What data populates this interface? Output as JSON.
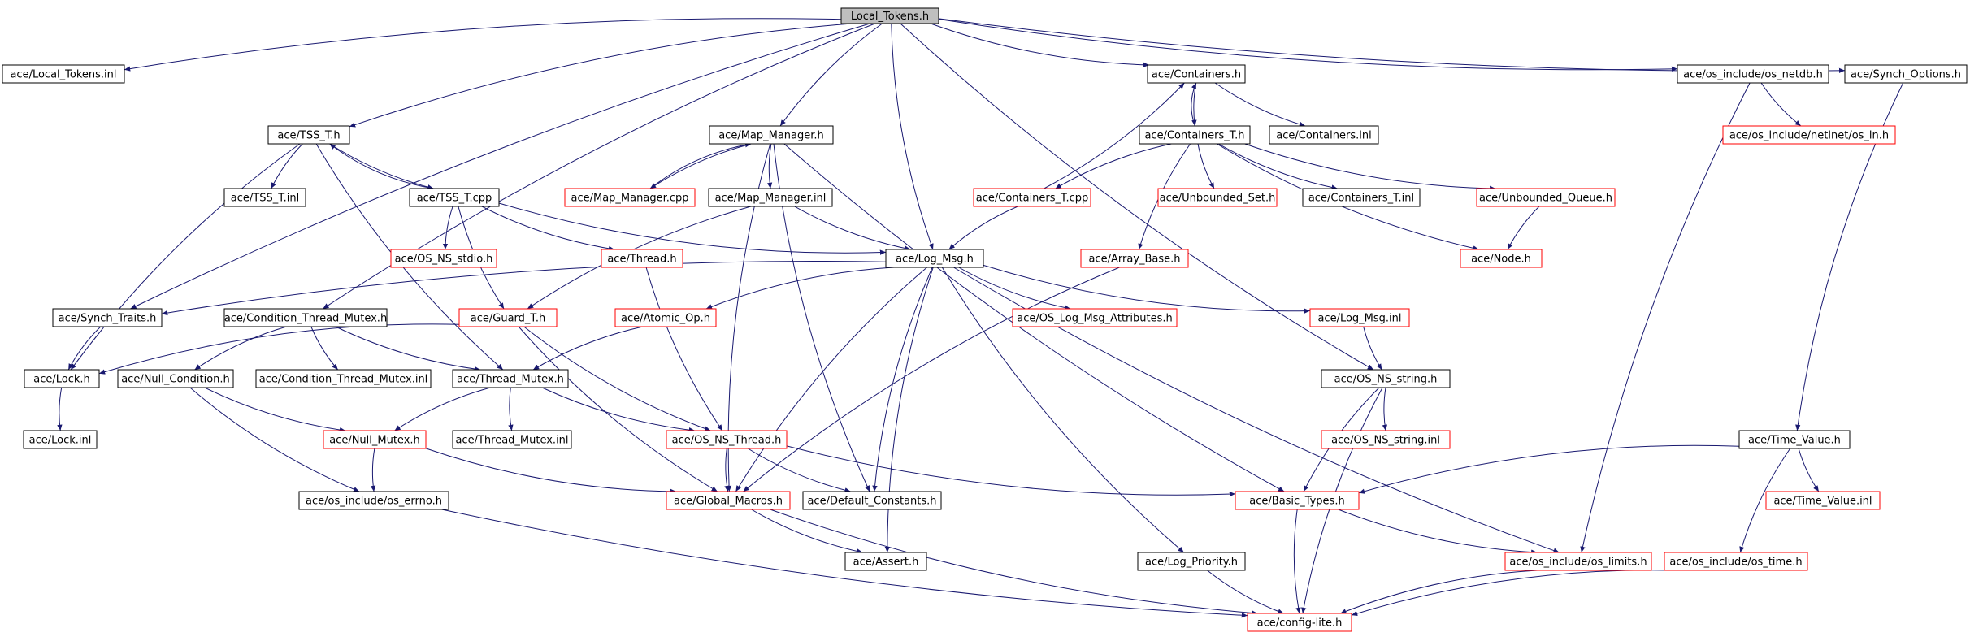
{
  "diagram": {
    "colors": {
      "edge": "#191970",
      "border_ok": "#000000",
      "border_missing": "#ff0000",
      "root_fill": "#bfbfbf",
      "node_fill": "#ffffff"
    },
    "nodes": [
      {
        "id": "root",
        "label": "Local_Tokens.h",
        "style": "root"
      },
      {
        "id": "local_tokens_inl",
        "label": "ace/Local_Tokens.inl",
        "style": "ok"
      },
      {
        "id": "tss_t_h",
        "label": "ace/TSS_T.h",
        "style": "ok"
      },
      {
        "id": "map_manager_h",
        "label": "ace/Map_Manager.h",
        "style": "ok"
      },
      {
        "id": "containers_h",
        "label": "ace/Containers.h",
        "style": "ok"
      },
      {
        "id": "os_netdb_h",
        "label": "ace/os_include/os_netdb.h",
        "style": "ok"
      },
      {
        "id": "synch_options_h",
        "label": "ace/Synch_Options.h",
        "style": "ok"
      },
      {
        "id": "containers_t_h",
        "label": "ace/Containers_T.h",
        "style": "ok"
      },
      {
        "id": "tss_t_inl",
        "label": "ace/TSS_T.inl",
        "style": "ok"
      },
      {
        "id": "tss_t_cpp",
        "label": "ace/TSS_T.cpp",
        "style": "ok"
      },
      {
        "id": "map_manager_cpp",
        "label": "ace/Map_Manager.cpp",
        "style": "missing"
      },
      {
        "id": "map_manager_inl",
        "label": "ace/Map_Manager.inl",
        "style": "ok"
      },
      {
        "id": "containers_inl",
        "label": "ace/Containers.inl",
        "style": "ok"
      },
      {
        "id": "netinet_os_in_h",
        "label": "ace/os_include/netinet/os_in.h",
        "style": "missing"
      },
      {
        "id": "containers_t_cpp",
        "label": "ace/Containers_T.cpp",
        "style": "missing"
      },
      {
        "id": "unbounded_set_h",
        "label": "ace/Unbounded_Set.h",
        "style": "missing"
      },
      {
        "id": "containers_t_inl",
        "label": "ace/Containers_T.inl",
        "style": "ok"
      },
      {
        "id": "unbounded_queue_h",
        "label": "ace/Unbounded_Queue.h",
        "style": "missing"
      },
      {
        "id": "os_ns_stdio_h",
        "label": "ace/OS_NS_stdio.h",
        "style": "missing"
      },
      {
        "id": "thread_h",
        "label": "ace/Thread.h",
        "style": "missing"
      },
      {
        "id": "log_msg_h",
        "label": "ace/Log_Msg.h",
        "style": "ok"
      },
      {
        "id": "array_base_h",
        "label": "ace/Array_Base.h",
        "style": "missing"
      },
      {
        "id": "node_h",
        "label": "ace/Node.h",
        "style": "missing"
      },
      {
        "id": "synch_traits_h",
        "label": "ace/Synch_Traits.h",
        "style": "ok"
      },
      {
        "id": "condition_thread_mutex_h",
        "label": "ace/Condition_Thread_Mutex.h",
        "style": "ok"
      },
      {
        "id": "guard_t_h",
        "label": "ace/Guard_T.h",
        "style": "missing"
      },
      {
        "id": "atomic_op_h",
        "label": "ace/Atomic_Op.h",
        "style": "missing"
      },
      {
        "id": "os_log_msg_attributes_h",
        "label": "ace/OS_Log_Msg_Attributes.h",
        "style": "missing"
      },
      {
        "id": "log_msg_inl",
        "label": "ace/Log_Msg.inl",
        "style": "missing"
      },
      {
        "id": "lock_h",
        "label": "ace/Lock.h",
        "style": "ok"
      },
      {
        "id": "null_condition_h",
        "label": "ace/Null_Condition.h",
        "style": "ok"
      },
      {
        "id": "condition_thread_mutex_inl",
        "label": "ace/Condition_Thread_Mutex.inl",
        "style": "ok"
      },
      {
        "id": "thread_mutex_h",
        "label": "ace/Thread_Mutex.h",
        "style": "ok"
      },
      {
        "id": "os_ns_string_h",
        "label": "ace/OS_NS_string.h",
        "style": "ok"
      },
      {
        "id": "lock_inl",
        "label": "ace/Lock.inl",
        "style": "ok"
      },
      {
        "id": "null_mutex_h",
        "label": "ace/Null_Mutex.h",
        "style": "missing"
      },
      {
        "id": "thread_mutex_inl",
        "label": "ace/Thread_Mutex.inl",
        "style": "ok"
      },
      {
        "id": "os_ns_thread_h",
        "label": "ace/OS_NS_Thread.h",
        "style": "missing"
      },
      {
        "id": "os_ns_string_inl",
        "label": "ace/OS_NS_string.inl",
        "style": "missing"
      },
      {
        "id": "time_value_h",
        "label": "ace/Time_Value.h",
        "style": "ok"
      },
      {
        "id": "os_errno_h",
        "label": "ace/os_include/os_errno.h",
        "style": "ok"
      },
      {
        "id": "global_macros_h",
        "label": "ace/Global_Macros.h",
        "style": "missing"
      },
      {
        "id": "default_constants_h",
        "label": "ace/Default_Constants.h",
        "style": "ok"
      },
      {
        "id": "basic_types_h",
        "label": "ace/Basic_Types.h",
        "style": "missing"
      },
      {
        "id": "time_value_inl",
        "label": "ace/Time_Value.inl",
        "style": "missing"
      },
      {
        "id": "assert_h",
        "label": "ace/Assert.h",
        "style": "ok"
      },
      {
        "id": "log_priority_h",
        "label": "ace/Log_Priority.h",
        "style": "ok"
      },
      {
        "id": "os_limits_h",
        "label": "ace/os_include/os_limits.h",
        "style": "missing"
      },
      {
        "id": "os_time_h",
        "label": "ace/os_include/os_time.h",
        "style": "missing"
      },
      {
        "id": "config_lite_h",
        "label": "ace/config-lite.h",
        "style": "missing"
      }
    ],
    "edges": [
      [
        "root",
        "local_tokens_inl"
      ],
      [
        "root",
        "tss_t_h"
      ],
      [
        "root",
        "map_manager_h"
      ],
      [
        "root",
        "containers_h"
      ],
      [
        "root",
        "os_netdb_h"
      ],
      [
        "root",
        "synch_options_h"
      ],
      [
        "root",
        "log_msg_h"
      ],
      [
        "root",
        "synch_traits_h"
      ],
      [
        "root",
        "condition_thread_mutex_h"
      ],
      [
        "root",
        "os_ns_string_h"
      ],
      [
        "tss_t_h",
        "tss_t_inl"
      ],
      [
        "tss_t_h",
        "tss_t_cpp"
      ],
      [
        "tss_t_cpp",
        "tss_t_h"
      ],
      [
        "tss_t_h",
        "thread_mutex_h"
      ],
      [
        "tss_t_h",
        "lock_h"
      ],
      [
        "tss_t_cpp",
        "os_ns_stdio_h"
      ],
      [
        "tss_t_cpp",
        "thread_h"
      ],
      [
        "tss_t_cpp",
        "log_msg_h"
      ],
      [
        "tss_t_cpp",
        "guard_t_h"
      ],
      [
        "map_manager_h",
        "map_manager_cpp"
      ],
      [
        "map_manager_cpp",
        "map_manager_h"
      ],
      [
        "map_manager_h",
        "map_manager_inl"
      ],
      [
        "map_manager_h",
        "default_constants_h"
      ],
      [
        "map_manager_h",
        "global_macros_h"
      ],
      [
        "map_manager_h",
        "basic_types_h"
      ],
      [
        "map_manager_inl",
        "log_msg_h"
      ],
      [
        "map_manager_inl",
        "guard_t_h"
      ],
      [
        "containers_h",
        "containers_t_h"
      ],
      [
        "containers_t_h",
        "containers_h"
      ],
      [
        "containers_h",
        "containers_inl"
      ],
      [
        "containers_t_h",
        "containers_t_cpp"
      ],
      [
        "containers_t_h",
        "unbounded_set_h"
      ],
      [
        "containers_t_h",
        "containers_t_inl"
      ],
      [
        "containers_t_h",
        "unbounded_queue_h"
      ],
      [
        "containers_t_h",
        "array_base_h"
      ],
      [
        "containers_t_h",
        "node_h"
      ],
      [
        "containers_t_cpp",
        "containers_h"
      ],
      [
        "containers_t_cpp",
        "log_msg_h"
      ],
      [
        "unbounded_queue_h",
        "node_h"
      ],
      [
        "array_base_h",
        "global_macros_h"
      ],
      [
        "os_netdb_h",
        "netinet_os_in_h"
      ],
      [
        "os_netdb_h",
        "os_limits_h"
      ],
      [
        "synch_options_h",
        "time_value_h"
      ],
      [
        "thread_h",
        "os_ns_thread_h"
      ],
      [
        "log_msg_h",
        "synch_traits_h"
      ],
      [
        "log_msg_h",
        "atomic_op_h"
      ],
      [
        "log_msg_h",
        "os_log_msg_attributes_h"
      ],
      [
        "log_msg_h",
        "log_msg_inl"
      ],
      [
        "log_msg_h",
        "os_limits_h"
      ],
      [
        "log_msg_h",
        "global_macros_h"
      ],
      [
        "log_msg_h",
        "default_constants_h"
      ],
      [
        "log_msg_h",
        "assert_h"
      ],
      [
        "log_msg_h",
        "log_priority_h"
      ],
      [
        "synch_traits_h",
        "lock_h"
      ],
      [
        "condition_thread_mutex_h",
        "null_condition_h"
      ],
      [
        "condition_thread_mutex_h",
        "condition_thread_mutex_inl"
      ],
      [
        "condition_thread_mutex_h",
        "thread_mutex_h"
      ],
      [
        "guard_t_h",
        "lock_h"
      ],
      [
        "guard_t_h",
        "os_ns_thread_h"
      ],
      [
        "guard_t_h",
        "global_macros_h"
      ],
      [
        "atomic_op_h",
        "thread_mutex_h"
      ],
      [
        "log_msg_inl",
        "os_ns_string_h"
      ],
      [
        "lock_h",
        "lock_inl"
      ],
      [
        "null_condition_h",
        "null_mutex_h"
      ],
      [
        "null_condition_h",
        "os_errno_h"
      ],
      [
        "thread_mutex_h",
        "null_mutex_h"
      ],
      [
        "thread_mutex_h",
        "thread_mutex_inl"
      ],
      [
        "thread_mutex_h",
        "os_ns_thread_h"
      ],
      [
        "os_ns_string_h",
        "os_ns_string_inl"
      ],
      [
        "os_ns_string_h",
        "basic_types_h"
      ],
      [
        "os_ns_string_h",
        "config_lite_h"
      ],
      [
        "null_mutex_h",
        "os_errno_h"
      ],
      [
        "null_mutex_h",
        "global_macros_h"
      ],
      [
        "os_ns_thread_h",
        "global_macros_h"
      ],
      [
        "os_ns_thread_h",
        "default_constants_h"
      ],
      [
        "os_ns_thread_h",
        "basic_types_h"
      ],
      [
        "time_value_h",
        "basic_types_h"
      ],
      [
        "time_value_h",
        "time_value_inl"
      ],
      [
        "time_value_h",
        "os_time_h"
      ],
      [
        "os_errno_h",
        "config_lite_h"
      ],
      [
        "global_macros_h",
        "assert_h"
      ],
      [
        "global_macros_h",
        "config_lite_h"
      ],
      [
        "basic_types_h",
        "os_limits_h"
      ],
      [
        "basic_types_h",
        "config_lite_h"
      ],
      [
        "log_priority_h",
        "config_lite_h"
      ],
      [
        "os_limits_h",
        "config_lite_h"
      ],
      [
        "os_time_h",
        "config_lite_h"
      ]
    ]
  }
}
